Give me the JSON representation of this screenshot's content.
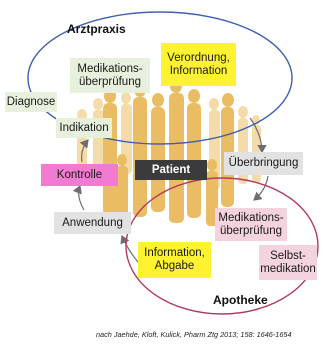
{
  "labels": {
    "arztpraxis": "Arztpraxis",
    "apotheke": "Apotheke",
    "patient": "Patient"
  },
  "boxes": {
    "diagnose": "Diagnose",
    "indikation": "Indikation",
    "medikationsueberpruefung_arzt": "Medikations-\nüberprüfung",
    "verordnung": "Verordnung,\nInformation",
    "ueberbringung": "Überbringung",
    "kontrolle": "Kontrolle",
    "anwendung": "Anwendung",
    "medikationsueberpruefung_apotheke": "Medikations-\nüberprüfung",
    "selbstmedikation": "Selbst-\nmedikation",
    "information_abgabe": "Information,\nAbgabe"
  },
  "citation": "nach Jaehde, Kloft, Kulick, Pharm Ztg 2013; 158: 1646-1654",
  "colors": {
    "arztpraxis_ring": "#3f5fb0",
    "apotheke_ring": "#b23a5c",
    "cycle_arrow": "#6e6e6e",
    "crowd": "#e7b24a",
    "kontrolle": "#f07bd0",
    "verordnung": "#fff230",
    "patient_box": "#3b3b3b"
  }
}
